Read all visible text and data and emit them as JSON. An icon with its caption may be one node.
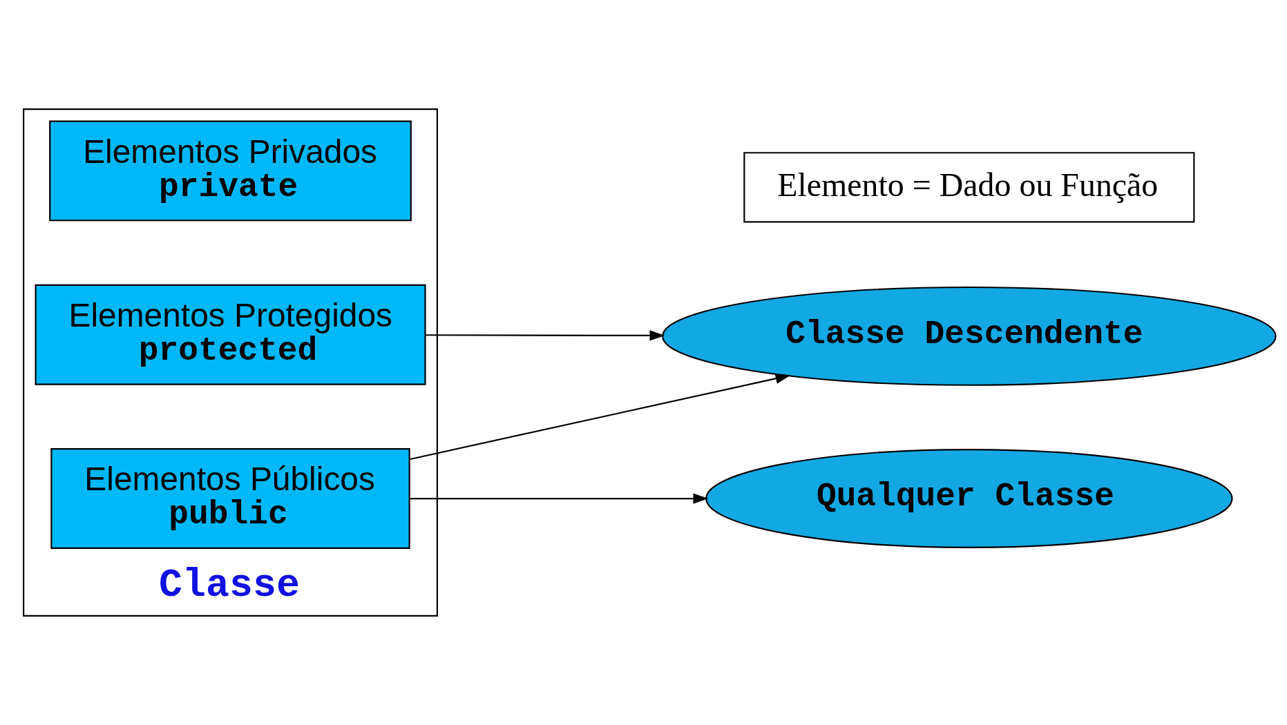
{
  "diagram": {
    "nodes": [
      {
        "text": [
          "Classe"
        ]
      },
      {
        "text": [
          "Elementos Privados",
          "private"
        ],
        "in": 0
      },
      {
        "text": [
          "Elementos Protegidos",
          "protected"
        ],
        "in": 0
      },
      {
        "text": [
          "Elementos Públicos",
          "public"
        ],
        "in": 0
      },
      {
        "text": [
          "Elemento = Dado ou Função"
        ]
      },
      {
        "text": [
          "Classe Descendente"
        ]
      },
      {
        "text": [
          "Qualquer Classe"
        ]
      }
    ],
    "edges": [
      {
        "from": 2,
        "to": 5,
        "arrow": "to"
      },
      {
        "from": 3,
        "to": 5,
        "arrow": "to"
      },
      {
        "from": 3,
        "to": 6,
        "arrow": "to"
      }
    ]
  }
}
